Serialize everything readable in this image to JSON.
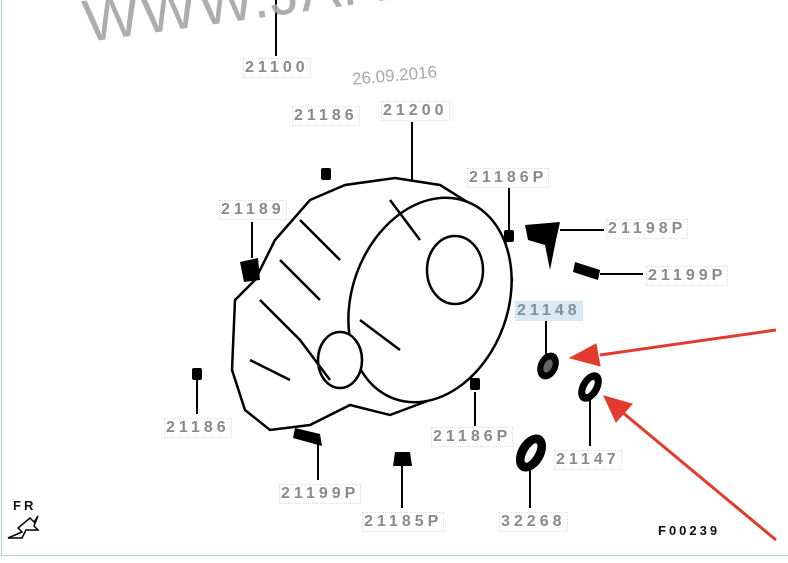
{
  "watermark": "WWW.JAPANCATS.RU",
  "date": "26.09.2016",
  "diagram_code": "F00239",
  "direction_label": "FR",
  "highlighted_part": "21148",
  "labels": {
    "p21100": "21100",
    "p21186_top": "21186",
    "p21200": "21200",
    "p21186p_top": "21186P",
    "p21189": "21189",
    "p21198p": "21198P",
    "p21199p_right": "21199P",
    "p21148": "21148",
    "p21186_left": "21186",
    "p21186p_bottom": "21186P",
    "p21147": "21147",
    "p21199p_bottom": "21199P",
    "p21185p": "21185P",
    "p32268": "32268"
  },
  "colors": {
    "arrow": "#e23b2e",
    "highlight": "#d6ebf7",
    "frame": "#a9d3e6"
  }
}
